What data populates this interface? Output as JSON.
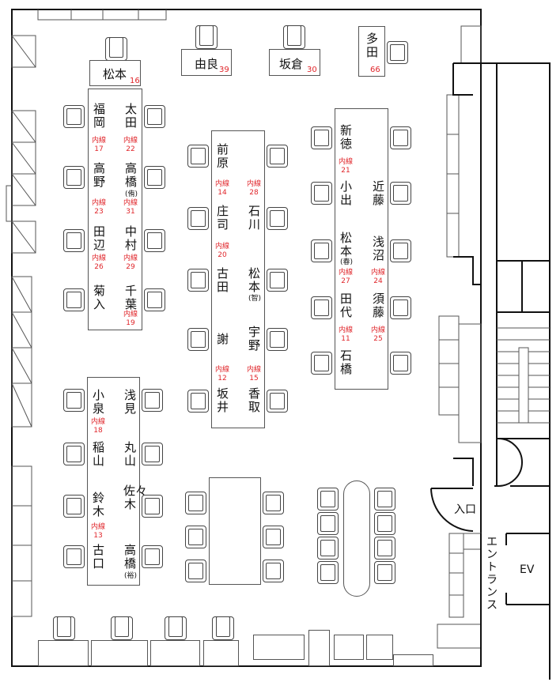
{
  "ext_label": "内線",
  "top_desks": [
    {
      "name": "松本",
      "ext": "16"
    },
    {
      "name": "由良",
      "ext": "39"
    },
    {
      "name": "坂倉",
      "ext": "30"
    },
    {
      "name": "多田",
      "ext": "66"
    }
  ],
  "tables": [
    {
      "names": [
        {
          "name": "福岡"
        },
        {
          "name": "太田"
        },
        {
          "name": "高野"
        },
        {
          "name": "高橋",
          "note": "(侑)"
        },
        {
          "name": "田辺"
        },
        {
          "name": "中村"
        },
        {
          "name": "菊入"
        },
        {
          "name": "千葉"
        }
      ],
      "exts": [
        "17",
        "22",
        "23",
        "31",
        "26",
        "29",
        "19"
      ]
    },
    {
      "names": [
        {
          "name": "前原"
        },
        {
          "name": "庄司"
        },
        {
          "name": "石川"
        },
        {
          "name": "古田"
        },
        {
          "name": "松本",
          "note": "(智)"
        },
        {
          "name": "謝"
        },
        {
          "name": "宇野"
        },
        {
          "name": "坂井"
        },
        {
          "name": "香取"
        }
      ],
      "exts": [
        "14",
        "28",
        "20",
        "12",
        "15"
      ]
    },
    {
      "names": [
        {
          "name": "新徳"
        },
        {
          "name": "小出"
        },
        {
          "name": "近藤"
        },
        {
          "name": "松本",
          "note": "(春)"
        },
        {
          "name": "浅沼"
        },
        {
          "name": "田代"
        },
        {
          "name": "須藤"
        },
        {
          "name": "石橋"
        }
      ],
      "exts": [
        "21",
        "27",
        "24",
        "11",
        "25"
      ]
    },
    {
      "names": [
        {
          "name": "小泉"
        },
        {
          "name": "浅見"
        },
        {
          "name": "稲山"
        },
        {
          "name": "丸山"
        },
        {
          "name": "鈴木"
        },
        {
          "name": "佐々木"
        },
        {
          "name": "古口"
        },
        {
          "name": "高橋",
          "note": "(裕)"
        }
      ],
      "exts": [
        "18",
        "13"
      ]
    }
  ],
  "labels": {
    "entrance_door": "入口",
    "entrance_hall": "エントランス",
    "elevator": "EV"
  },
  "colors": {
    "extension": "#e0262b",
    "line": "#111111"
  }
}
